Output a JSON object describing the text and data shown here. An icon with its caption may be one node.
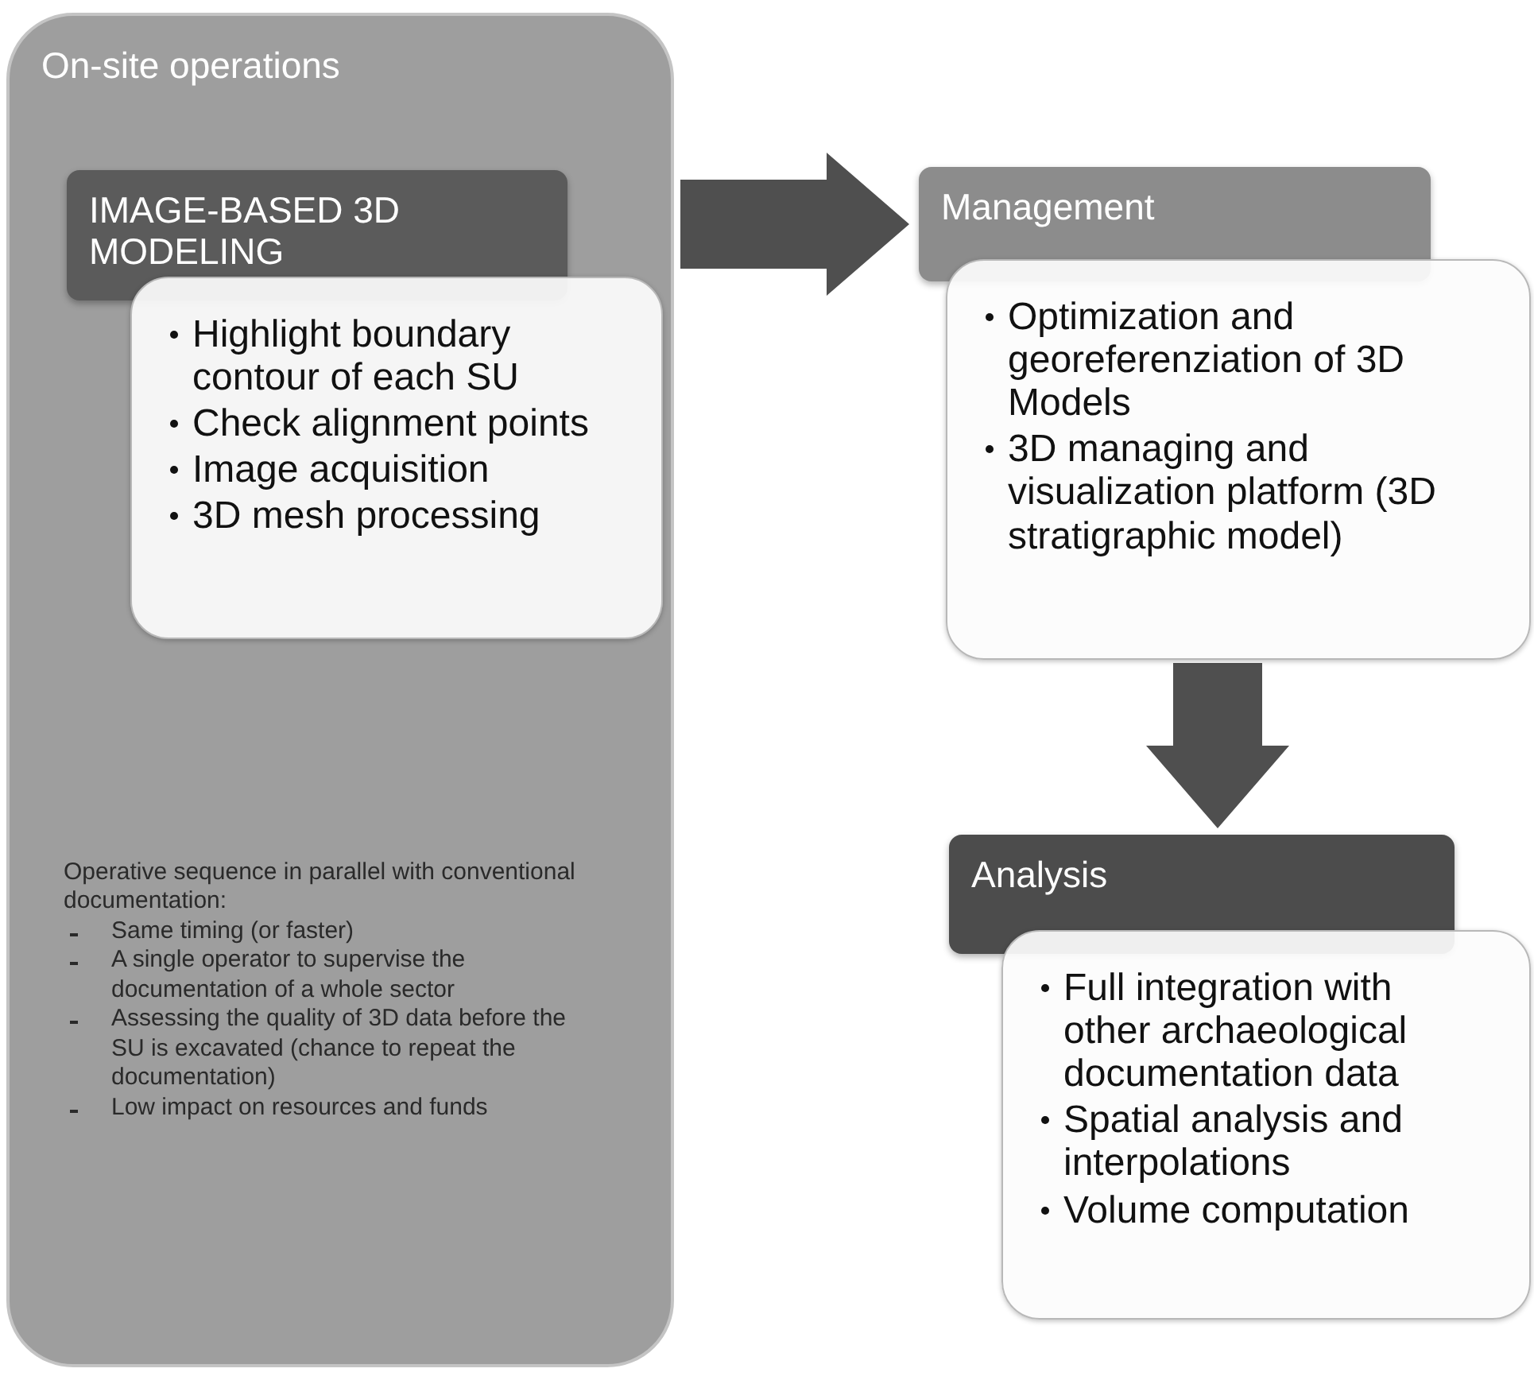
{
  "diagram": {
    "nodes": [
      {
        "text": [
          "On-site operations",
          "Operative sequence in parallel with conventional documentation:",
          "Same timing (or faster)",
          "A single operator to supervise the documentation of a whole sector",
          "Assessing the quality of 3D data before the SU is excavated (chance to repeat the documentation)",
          "Low impact on resources and funds"
        ]
      },
      {
        "text": [
          "IMAGE-BASED 3D MODELING"
        ],
        "in": 0
      },
      {
        "text": [
          "Highlight boundary contour of each SU",
          "Check alignment points",
          "Image acquisition",
          "3D mesh processing"
        ],
        "in": 0
      },
      {
        "text": [
          "Management"
        ]
      },
      {
        "text": [
          "Optimization and georeferenziation of 3D Models",
          "3D managing and visualization platform (3D stratigraphic model)"
        ]
      },
      {
        "text": [
          "Analysis"
        ]
      },
      {
        "text": [
          "Full integration with other archaeological documentation data",
          "Spatial analysis and interpolations",
          "Volume computation"
        ]
      }
    ],
    "edges": [
      {
        "from": 0,
        "to": 3,
        "arrow": "to"
      },
      {
        "from": 4,
        "to": 5,
        "arrow": "to"
      }
    ]
  }
}
